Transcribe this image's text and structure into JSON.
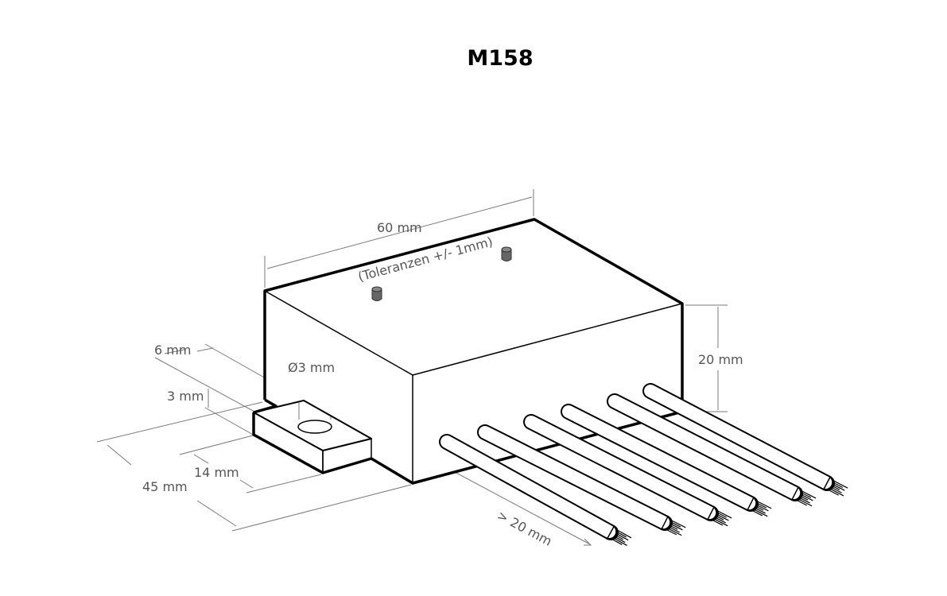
{
  "title": "M158",
  "dimensions": {
    "length": "60 mm",
    "tolerance": "(Toleranzen +/- 1mm)",
    "height": "20 mm",
    "lug_width": "6 mm",
    "lug_height": "3 mm",
    "hole_diameter": "Ø3 mm",
    "lug_depth": "14 mm",
    "depth": "45 mm",
    "wire_length": "> 20 mm"
  },
  "wire_count": 6
}
